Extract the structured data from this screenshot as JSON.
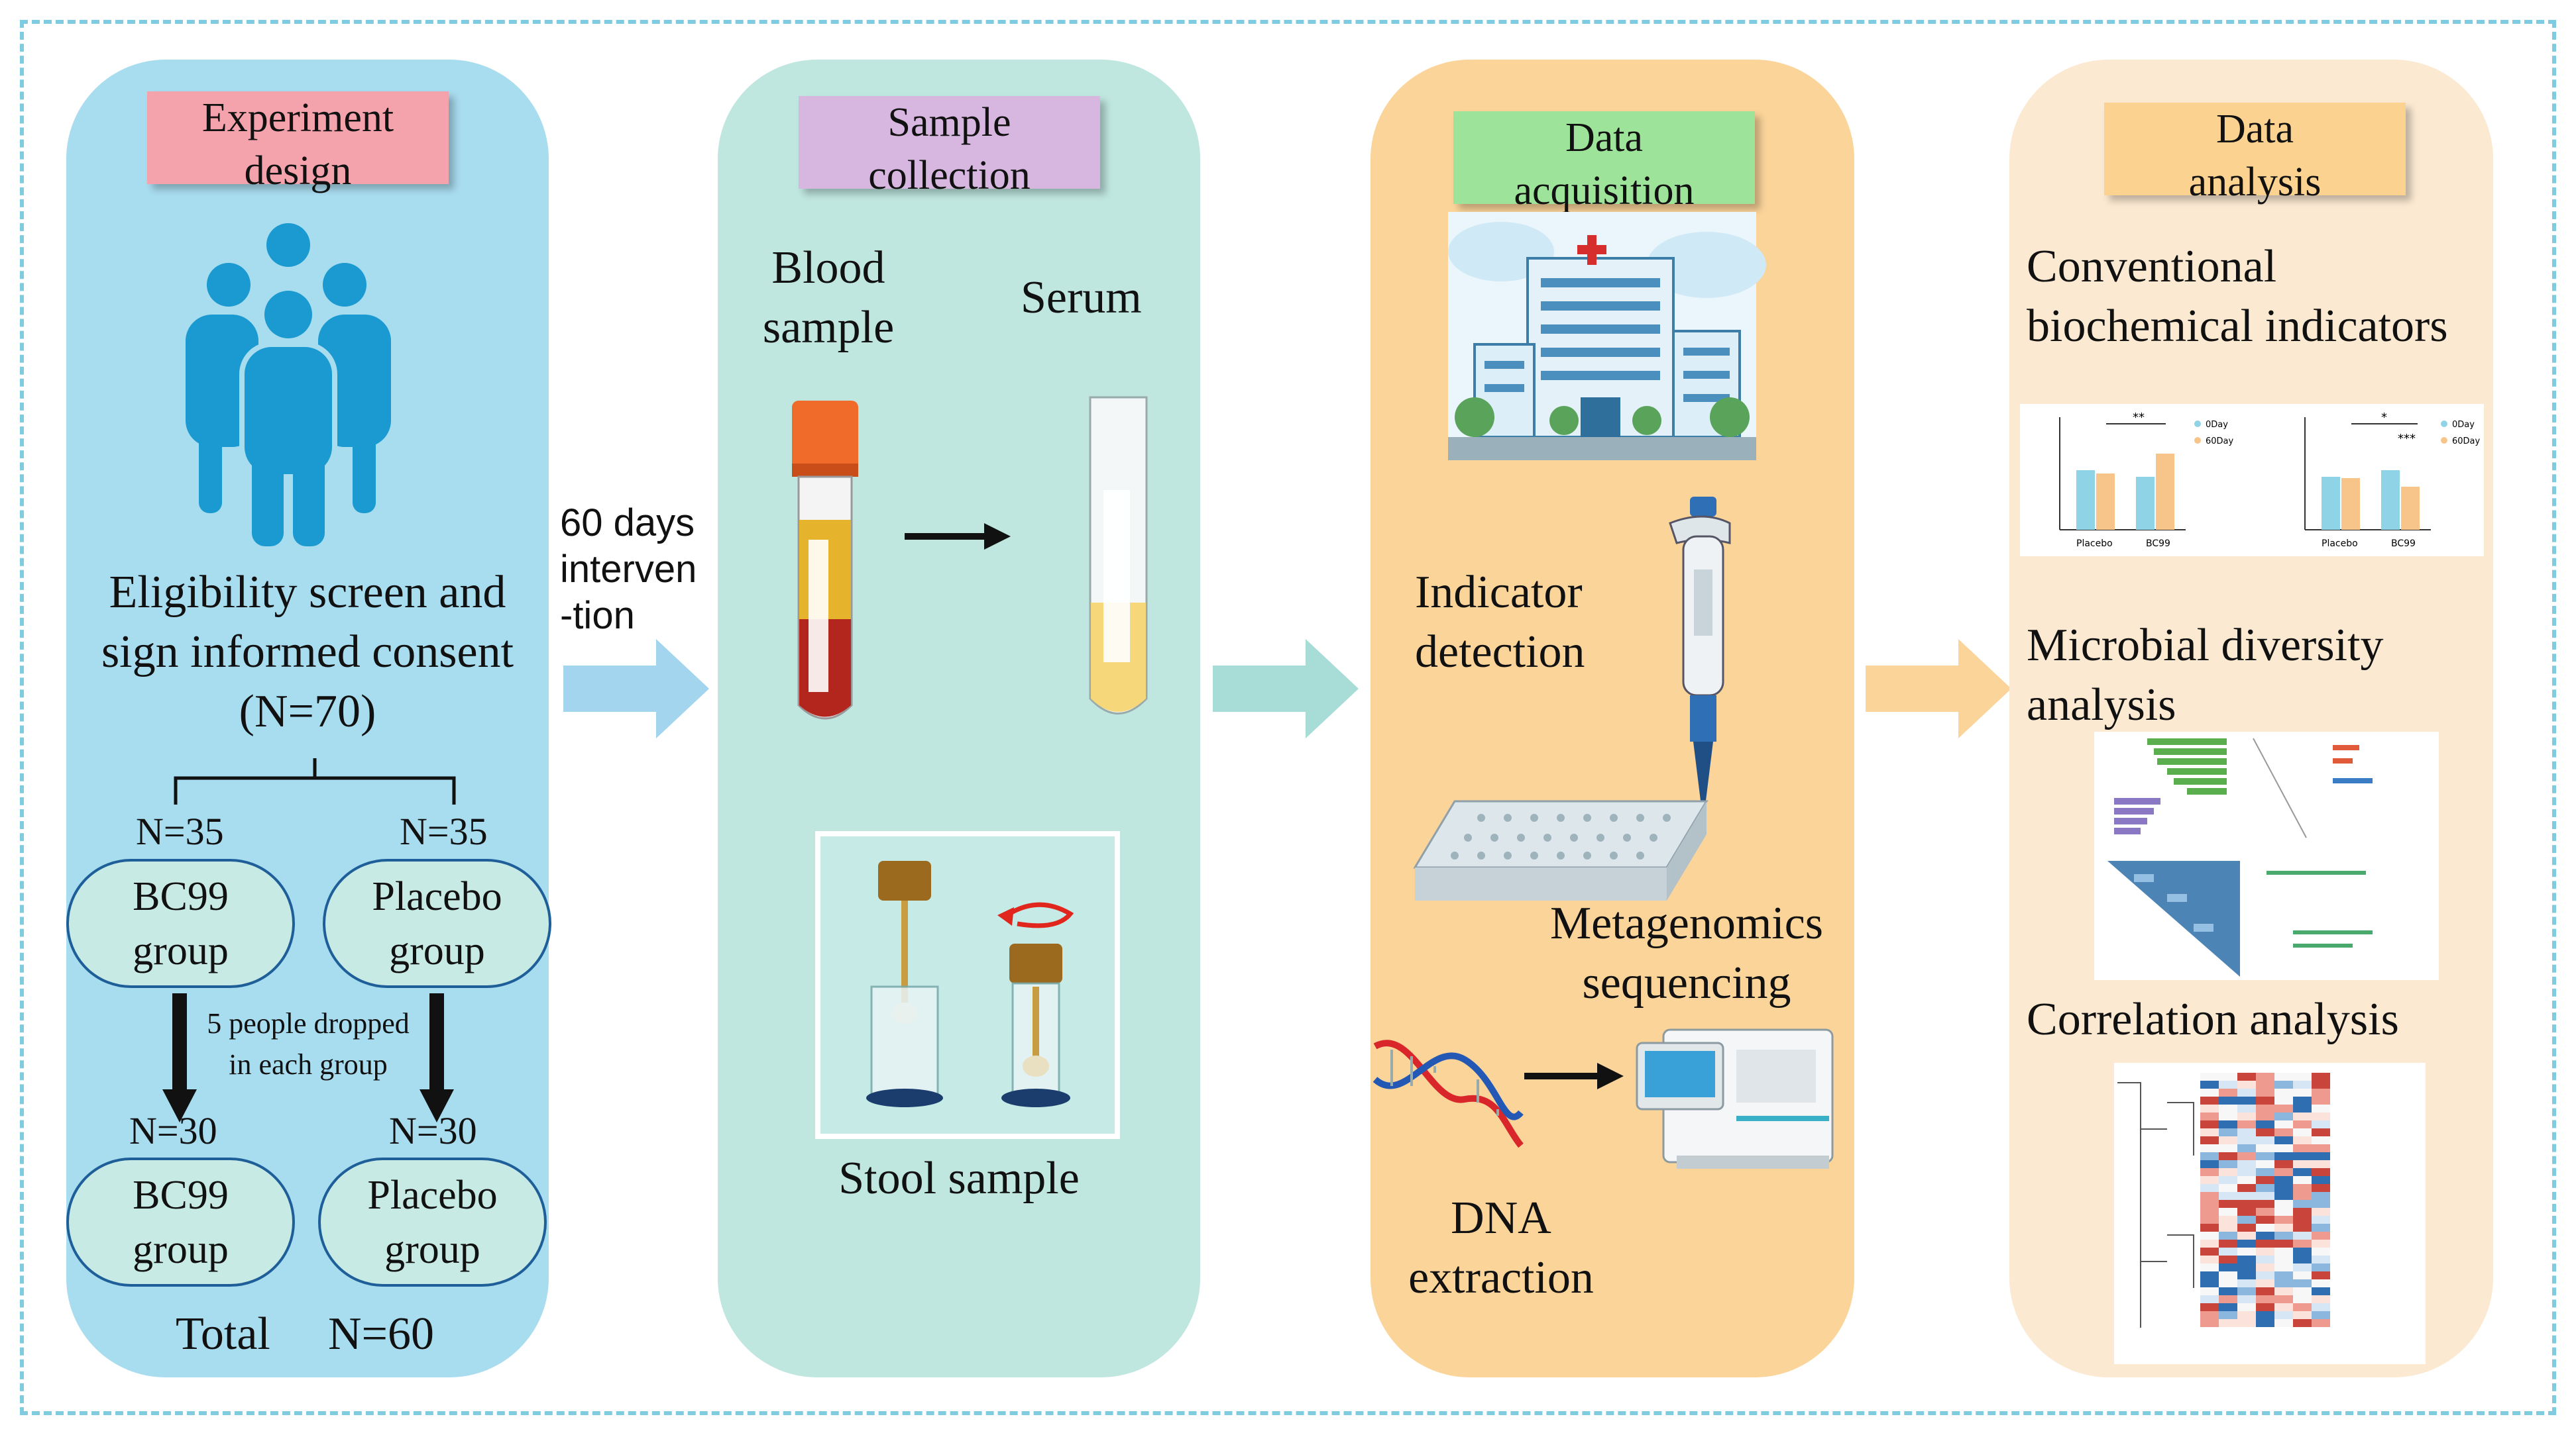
{
  "panels": {
    "experiment": {
      "title_line1": "Experiment",
      "title_line2": "design",
      "eligibility_line1": "Eligibility screen and",
      "eligibility_line2": "sign informed consent",
      "eligibility_line3": "(N=70)",
      "n_left": "N=35",
      "n_right": "N=35",
      "group_bc99_line1": "BC99",
      "group_bc99_line2": "group",
      "group_placebo_line1": "Placebo",
      "group_placebo_line2": "group",
      "dropped_line1": "5 people dropped",
      "dropped_line2": "in each group",
      "n_left_after": "N=30",
      "n_right_after": "N=30",
      "total_label": "Total",
      "total_value": "N=60"
    },
    "intervention": {
      "line1": "60 days",
      "line2": "interven",
      "line3": "-tion"
    },
    "sample": {
      "title_line1": "Sample",
      "title_line2": "collection",
      "blood_line1": "Blood",
      "blood_line2": "sample",
      "serum": "Serum",
      "stool": "Stool sample"
    },
    "acquisition": {
      "title_line1": "Data",
      "title_line2": "acquisition",
      "indicator_line1": "Indicator",
      "indicator_line2": "detection",
      "metagenomics_line1": "Metagenomics",
      "metagenomics_line2": "sequencing",
      "dna_line1": "DNA",
      "dna_line2": "extraction"
    },
    "analysis": {
      "title_line1": "Data",
      "title_line2": "analysis",
      "conventional_line1": "Conventional",
      "conventional_line2": "biochemical indicators",
      "microbial_line1": "Microbial diversity",
      "microbial_line2": "analysis",
      "correlation": "Correlation analysis",
      "mini_chart_x1": "Placebo",
      "mini_chart_x2": "BC99",
      "legend_a": "0Day",
      "legend_b": "60Day"
    }
  },
  "colors": {
    "panel_experiment": "#a8dcef",
    "panel_sample": "#bfe6df",
    "panel_acquisition": "#fbd49a",
    "panel_analysis": "#fbe9d1",
    "header_experiment": "#f4a2ab",
    "header_sample": "#d7b7e0",
    "header_acquisition": "#9de39a",
    "header_analysis": "#fbd28f"
  }
}
